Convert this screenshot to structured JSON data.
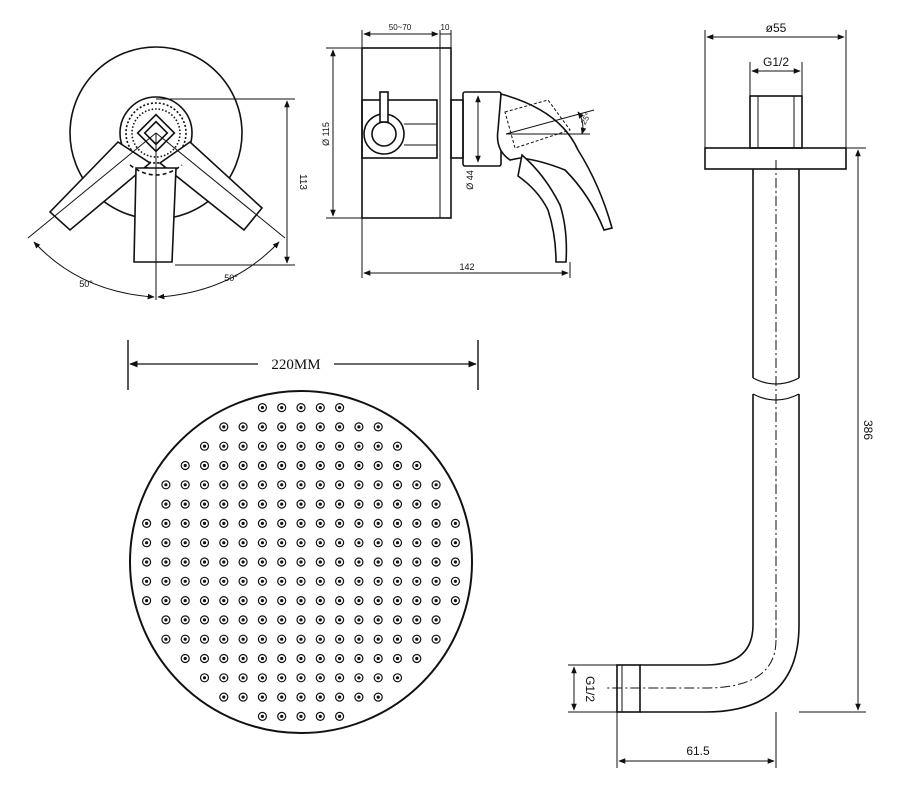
{
  "mixer_front": {
    "height_label": "113",
    "angle_left_label": "50°",
    "angle_right_label": "50°"
  },
  "mixer_side": {
    "depth_label": "50~70",
    "plate_label": "10",
    "diameter_label": "Ø 115",
    "body_diameter_label": "Ø 44",
    "tilt_label": "25°",
    "length_label": "142"
  },
  "shower_head": {
    "diameter_label": "220MM"
  },
  "shower_arm": {
    "flange_label": "ø55",
    "top_thread_label": "G1/2",
    "bottom_thread_label": "G1/2",
    "height_label": "386",
    "offset_label": "61.5"
  },
  "colors": {
    "line": "#111111",
    "background": "#ffffff"
  }
}
